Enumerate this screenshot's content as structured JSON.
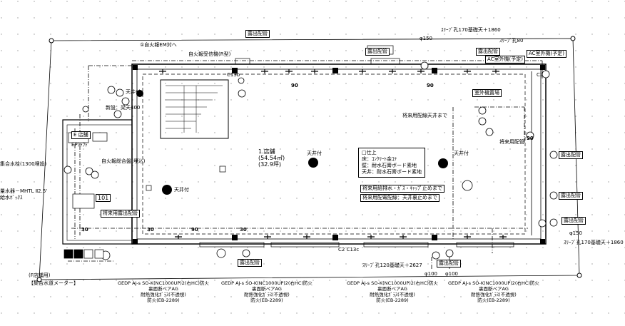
{
  "labels": {
    "roof_pipe_top": "露出配管",
    "roof_pipe_right1": "露出配管",
    "roof_pipe_right2": "露出配管",
    "roof_pipe_right3": "露出配管",
    "roof_pipe_right4": "露出配管",
    "roof_pipe_bottom": "露出配管",
    "roof_pipe_bottom2": "露出配管",
    "roof_pipe_left": "露出配管",
    "fire_panel_top": "自火報受信機(R型)",
    "fire_panel_left": "自火報総合盤(埋込)",
    "room_name": "1.店舗",
    "room_area1": "(54.54㎡)",
    "room_area2": "(32.9坪)",
    "finish_title": "□仕上",
    "finish_floor": "床：ｺﾝｸﾘｰﾄ金ｺﾃ",
    "finish_wall": "壁：耐水石膏ボード素地",
    "finish_ceiling": "天井：耐水石膏ボード素地",
    "future_ceiling": "将来用配線天井まで",
    "future_drain": "将来用給排水・ｶﾞｽ・ｷｬｯﾌﾟ止めまで",
    "future_elec": "将来用配電配線：天井裏止めまで",
    "top_left_note": "①自火報EM対へ",
    "top_right_hole": "ｽﾘｰﾌﾞ孔170基礎天＋1860",
    "top_right_hole2": "ｽﾘｰﾌﾞ孔80",
    "right_hole": "ｽﾘｰﾌﾞ孔170基礎天＋1860",
    "bottom_hole": "ｽﾘｰﾌﾞ孔120基礎天＋2627",
    "phi150_top": "φ150",
    "phi150_right": "φ150",
    "phi100_a": "φ100",
    "phi100_b": "φ100",
    "ceiling_height": "新設：梁天",
    "ceiling_value": "400",
    "left_edge_note": "集合水栓(1300埋設)",
    "left_mid_note": "量水器－MHTL Ⅱ2.5'",
    "left_mid_note2": "給水ﾎﾞｯｸｽ",
    "left_low_note": "(F店舗用)",
    "left_meter": "【集合水道メーター】",
    "room_tag": "101",
    "ceiling_tag1": "天井付",
    "ceiling_tag2": "天井付",
    "ceiling_tag3": "天井付",
    "ceiling_tag4": "天井付",
    "ac_note1": "AC室外機(予定)",
    "ac_note2": "AC室外機(予定)",
    "ac_note3": "室外機置場",
    "future_pipe_label": "将来用露出配管",
    "ac_label": "将来用配管",
    "door_spec1_a": "GEDP AJ-s SO-K(NC1000UP)2(右HC)防火",
    "door_spec1_b": "裏面断ペアAG",
    "door_spec1_c": "耐熱強化ｶﾞﾗｽ(不透視)",
    "door_spec1_d": "防火(EB-2289)",
    "door_spec2_a": "GEDP AJ-s SO-K(NC1000UP)2(右HC)防火",
    "door_spec2_b": "裏面断ペアAG",
    "door_spec2_c": "耐熱強化ｶﾞﾗｽ(不透視)",
    "door_spec2_d": "防火(EB-2289)",
    "door_spec3_a": "GEDP AJ-s SO-K(NC1000UP)2(右HC)防火",
    "door_spec3_b": "裏面断ペアAG",
    "door_spec3_c": "耐熱強化ｶﾞﾗｽ(不透視)",
    "door_spec3_d": "防火(EB-2289)",
    "door_spec4_a": "GEDP AJ-s SO-K(NC1000UP)2(右HC)防火",
    "door_spec4_b": "裏面断ペアAG",
    "door_spec4_c": "耐熱強化ｶﾞﾗｽ(不透視)",
    "door_spec4_d": "防火(EB-2289)",
    "e_label": "E 店舗",
    "ep_label": "EPｼｬﾌﾄ",
    "code_c13": "C13b",
    "code_c2": "C2",
    "code_c13c": "C2 C13c",
    "num90_a": "90",
    "num90_b": "90",
    "num90_c": "90",
    "num90_d": "90",
    "num30_a": "30",
    "num30_b": "30",
    "num30_c": "30"
  }
}
